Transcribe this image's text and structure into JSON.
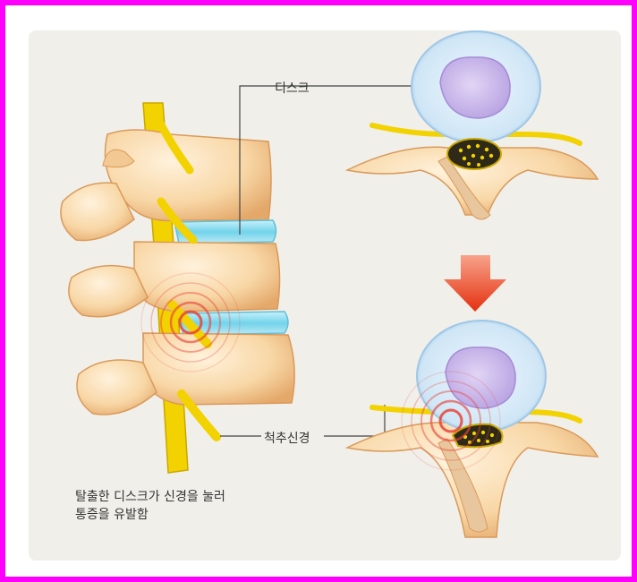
{
  "labels": {
    "disc": "디스크",
    "nerve": "척추신경"
  },
  "caption": {
    "line1": "탈출한 디스크가 신경을 눌러",
    "line2": "통증을 유발함"
  },
  "colors": {
    "frame": "#ff00ff",
    "panel": "#f1efea",
    "bone": "#f8d7a6",
    "disc": "#7fd6ea",
    "nerve": "#f2d200",
    "nucleus": "#c9b7ea",
    "arrow": "#e8421a",
    "pain": "#e8443a"
  }
}
